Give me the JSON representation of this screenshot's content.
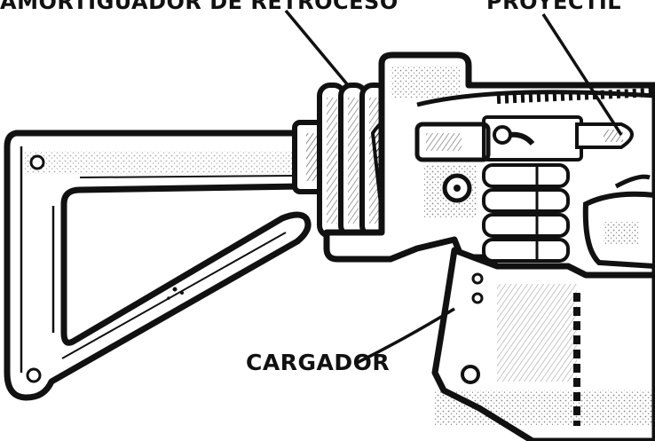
{
  "labels": {
    "recoil_absorber": "AMORTIGUADOR DE RETROCESO",
    "projectile": "PROYECTIL",
    "magazine": "CARGADOR"
  },
  "colors": {
    "ink": "#111111",
    "paper": "#ffffff",
    "shade": "#cfcfcf"
  }
}
